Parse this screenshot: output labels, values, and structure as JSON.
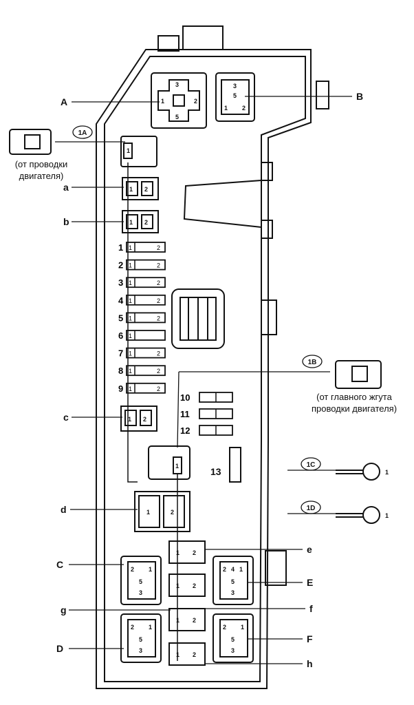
{
  "relays": {
    "A": "A",
    "B": "B",
    "C": "C",
    "D": "D",
    "E": "E",
    "F": "F"
  },
  "small_relays": {
    "a": "a",
    "b": "b",
    "c": "c",
    "d": "d",
    "e": "e",
    "f": "f",
    "g": "g",
    "h": "h"
  },
  "fuses": [
    "1",
    "2",
    "3",
    "4",
    "5",
    "6",
    "7",
    "8",
    "9"
  ],
  "large_fuses": [
    "10",
    "11",
    "12"
  ],
  "fuse_13": "13",
  "connectors": {
    "c1A": "1A",
    "c1B": "1B",
    "c1C": "1C",
    "c1D": "1D"
  },
  "notes": {
    "engine_wiring_line1": "(от проводки",
    "engine_wiring_line2": "двигателя)",
    "main_harness_line1": "(от главного жгута",
    "main_harness_line2": "проводки двигателя)"
  },
  "pin": {
    "one": "1",
    "two": "2",
    "three": "3",
    "four": "4",
    "five": "5"
  }
}
